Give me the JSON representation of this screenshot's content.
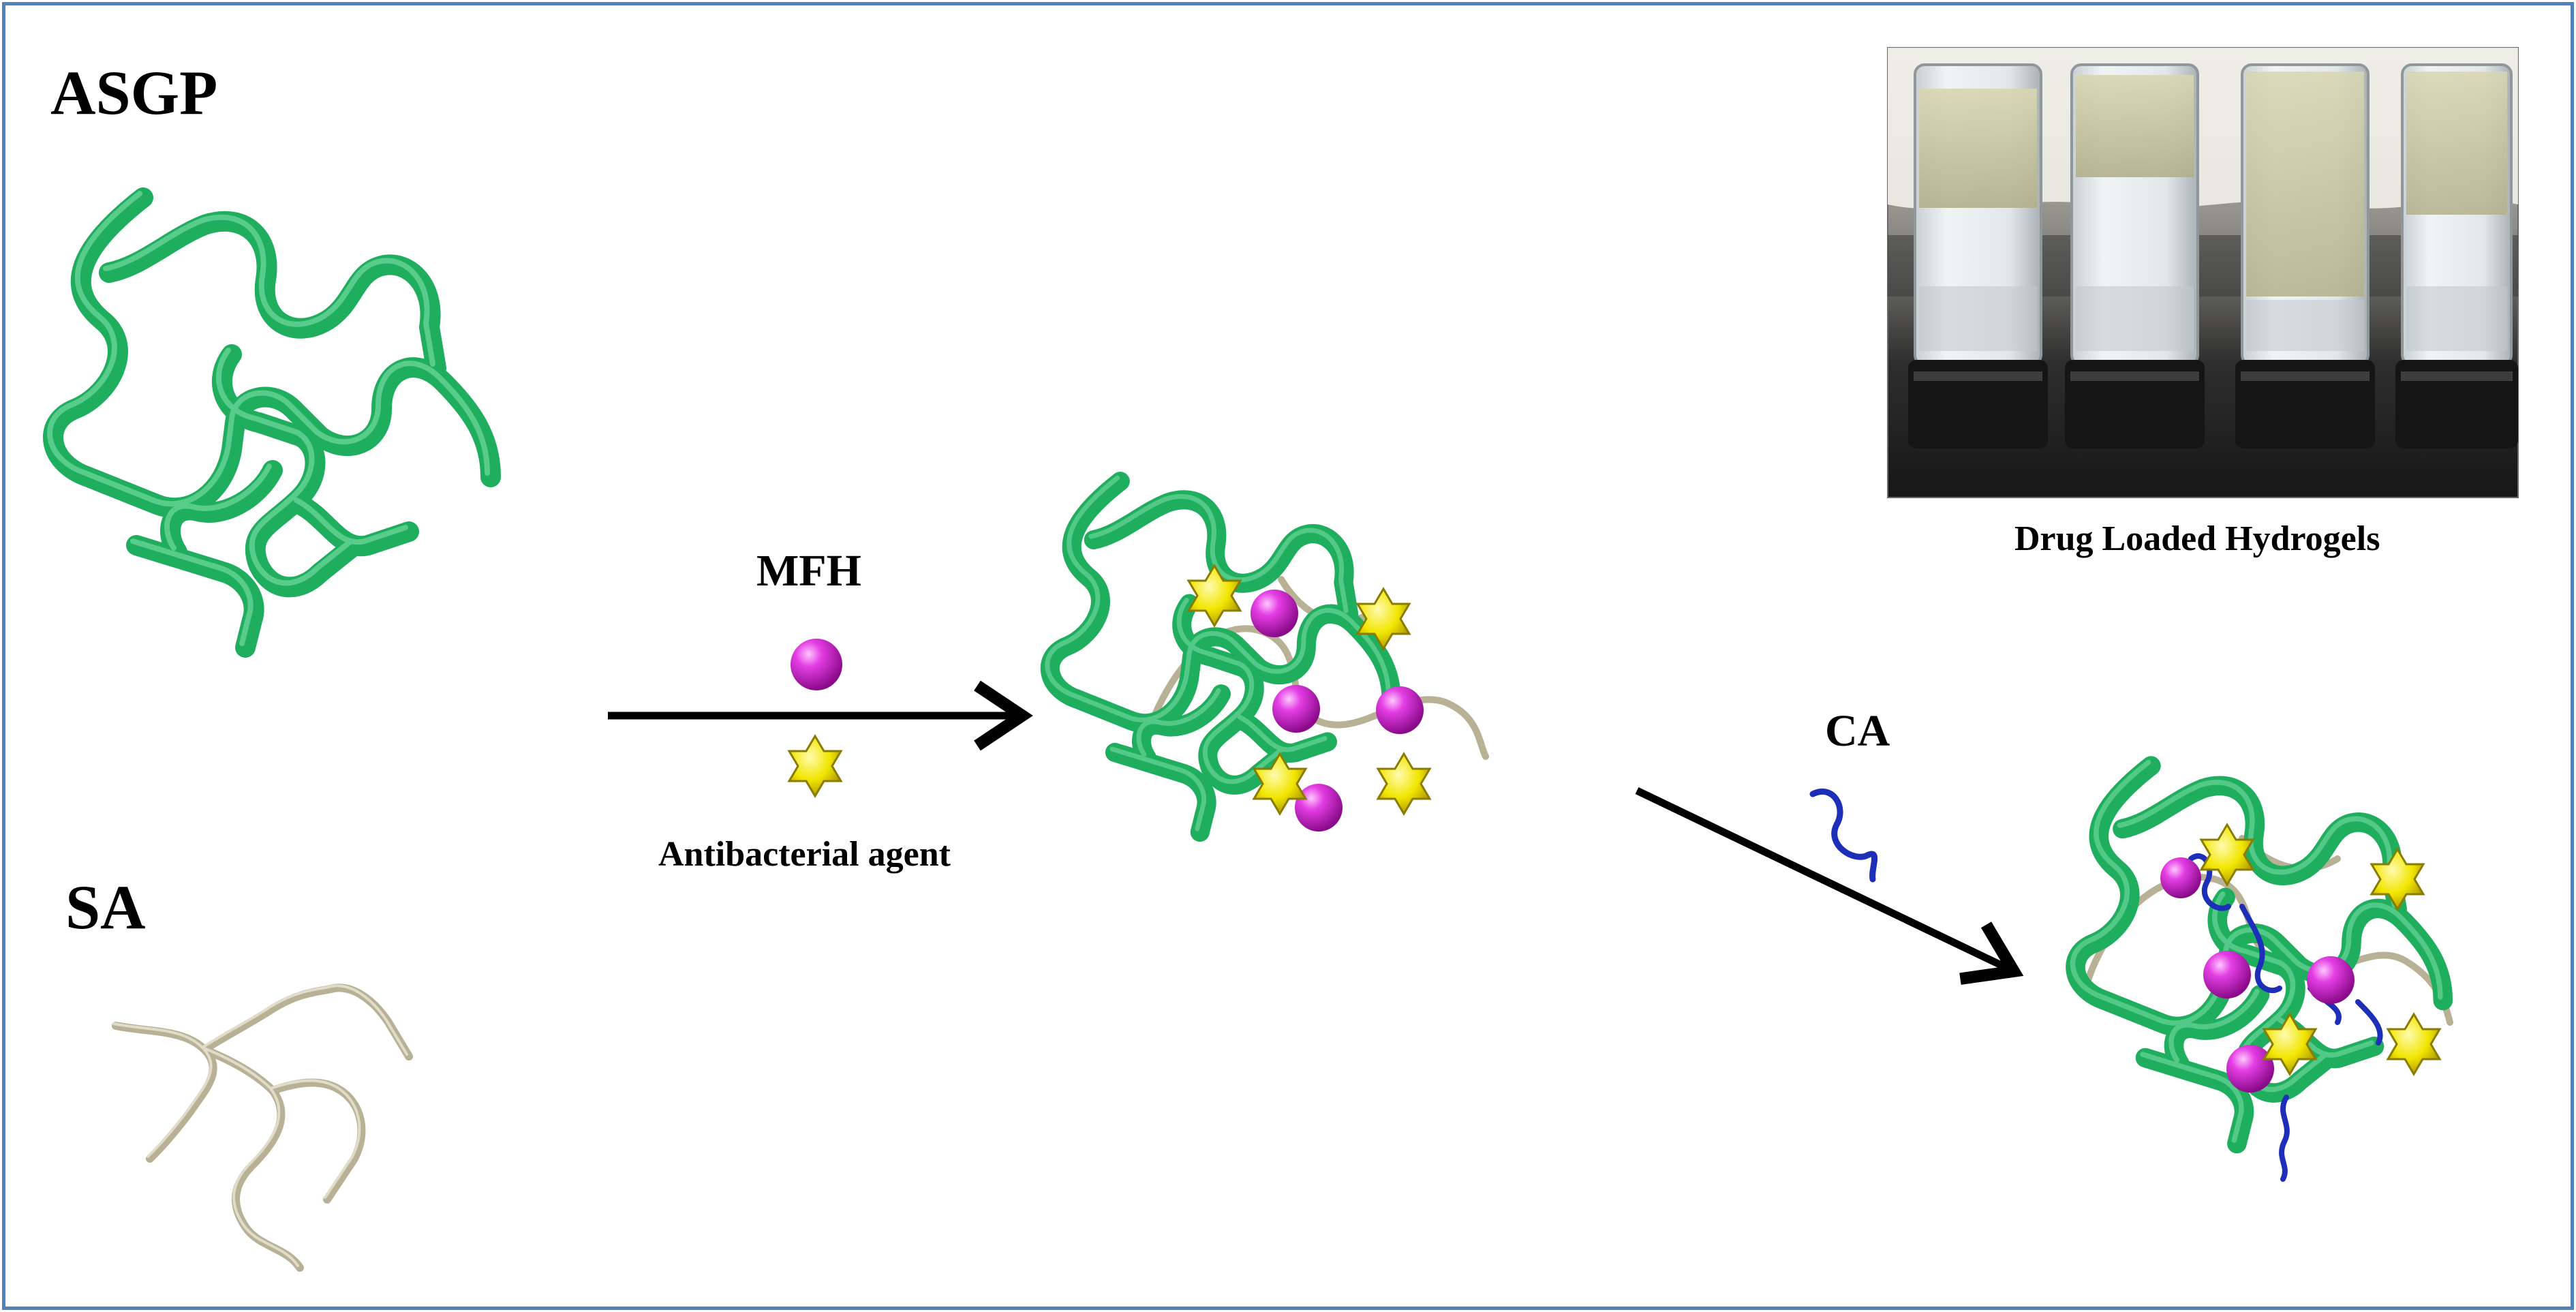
{
  "labels": {
    "asgp": "ASGP",
    "sa": "SA",
    "mfh": "MFH",
    "antibacterial_agent": "Antibacterial agent",
    "ca": "CA",
    "photo_caption": "Drug Loaded Hydrogels"
  },
  "colors": {
    "frame": "#4f81bd",
    "asgp_chain": "#1fad5e",
    "sa_chain": "#b8b196",
    "mfh_sphere": "#d81fd8",
    "antibacterial_star": "#f2e600",
    "ca_crosslinker": "#1d2fb8",
    "arrow": "#000000"
  }
}
